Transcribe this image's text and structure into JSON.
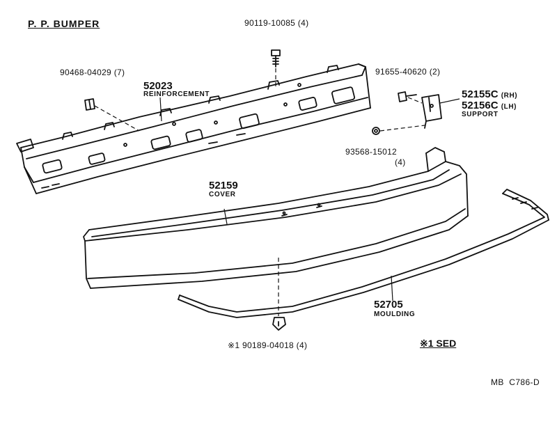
{
  "diagram": {
    "title": "P. P. BUMPER",
    "drawing_code": "MB  C786-D",
    "applicability_note": "※1 SED",
    "parts": {
      "bolt_top": {
        "number": "90119-10085",
        "qty": "(4)"
      },
      "clip_left": {
        "number": "90468-04029",
        "qty": "(7)"
      },
      "reinforcement": {
        "number": "52023",
        "name": "REINFORCEMENT"
      },
      "support_bolt": {
        "number": "91655-40620",
        "qty": "(2)"
      },
      "support_rh": {
        "number": "52155C",
        "side": "(RH)"
      },
      "support_lh": {
        "number": "52156C",
        "side": "(LH)"
      },
      "support_name": "SUPPORT",
      "nut": {
        "number": "93568-15012",
        "qty": "(4)"
      },
      "cover": {
        "number": "52159",
        "name": "COVER"
      },
      "moulding": {
        "number": "52705",
        "name": "MOULDING"
      },
      "bottom_fastener": {
        "prefix": "※1",
        "number": "90189-04018",
        "qty": "(4)"
      }
    }
  }
}
